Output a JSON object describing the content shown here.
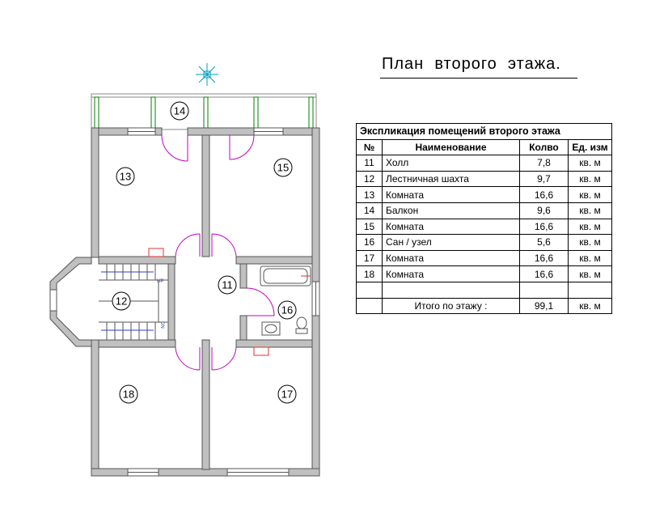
{
  "title": "План  второго  этажа.",
  "rooms": [
    {
      "id": "11"
    },
    {
      "id": "12"
    },
    {
      "id": "13"
    },
    {
      "id": "14"
    },
    {
      "id": "15"
    },
    {
      "id": "16"
    },
    {
      "id": "17"
    },
    {
      "id": "18"
    }
  ],
  "stair_labels": {
    "up": "UP",
    "dn": "DN"
  },
  "table": {
    "caption": "Экспликация помещений второго этажа",
    "headers": [
      "№",
      "Наименование",
      "Колво",
      "Ед. изм"
    ],
    "rows": [
      [
        "11",
        "Холл",
        "7,8",
        "кв. м"
      ],
      [
        "12",
        "Лестничная шахта",
        "9,7",
        "кв. м"
      ],
      [
        "13",
        "Комната",
        "16,6",
        "кв. м"
      ],
      [
        "14",
        "Балкон",
        "9,6",
        "кв. м"
      ],
      [
        "15",
        "Комната",
        "16,6",
        "кв. м"
      ],
      [
        "16",
        "Сан / узел",
        "5,6",
        "кв. м"
      ],
      [
        "17",
        "Комната",
        "16,6",
        "кв. м"
      ],
      [
        "18",
        "Комната",
        "16,6",
        "кв. м"
      ]
    ],
    "total_label": "Итого по этажу  :",
    "total_value": "99,1",
    "total_unit": "кв. м"
  },
  "colors": {
    "wall": "#c0c0c0",
    "door": "#c000c0",
    "window": "#008000",
    "marker": "#00a0c0",
    "fixture": "#e03030",
    "stair": "#3040c0"
  }
}
